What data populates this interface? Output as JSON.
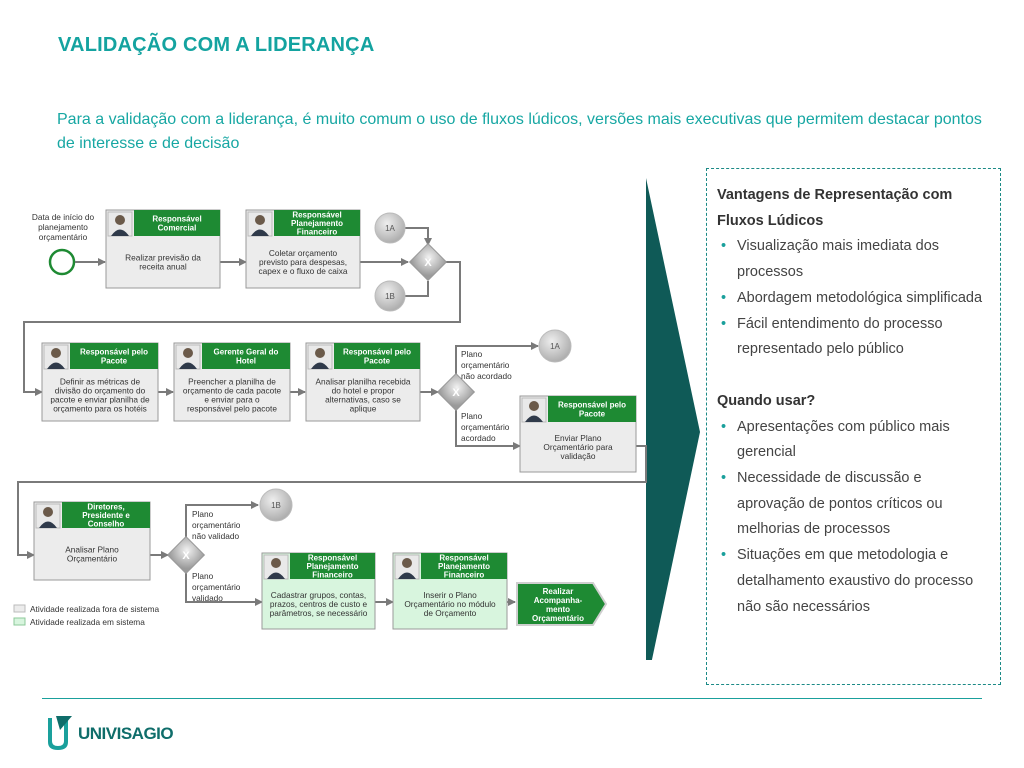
{
  "title": "VALIDAÇÃO COM A LIDERANÇA",
  "subtitle": "Para a validação com a liderança, é muito comum o uso de fluxos lúdicos, versões mais executivas que permitem destacar pontos de interesse e de decisão",
  "start_label": [
    "Data de início do",
    "planejamento",
    "orçamentário"
  ],
  "nodes": {
    "n1": {
      "role": [
        "Responsável",
        "Comercial"
      ],
      "task": [
        "Realizar previsão da",
        "receita anual"
      ]
    },
    "n2": {
      "role": [
        "Responsável",
        "Planejamento",
        "Financeiro"
      ],
      "task": [
        "Coletar orçamento",
        "previsto para despesas,",
        "capex e o fluxo de caixa"
      ]
    },
    "n3": {
      "role": [
        "Responsável pelo",
        "Pacote"
      ],
      "task": [
        "Definir as métricas de",
        "divisão do orçamento do",
        "pacote e enviar planilha de",
        "orçamento para os hotéis"
      ]
    },
    "n4": {
      "role": [
        "Gerente Geral do",
        "Hotel"
      ],
      "task": [
        "Preencher a planilha de",
        "orçamento de cada pacote",
        "e enviar para o",
        "responsável pelo pacote"
      ]
    },
    "n5": {
      "role": [
        "Responsável pelo",
        "Pacote"
      ],
      "task": [
        "Analisar planilha recebida",
        "do hotel e propor",
        "alternativas, caso se",
        "aplique"
      ]
    },
    "n6": {
      "role": [
        "Responsável pelo",
        "Pacote"
      ],
      "task": [
        "Enviar Plano",
        "Orçamentário para",
        "validação"
      ]
    },
    "n7": {
      "role": [
        "Diretores,",
        "Presidente e",
        "Conselho"
      ],
      "task": [
        "Analisar Plano",
        "Orçamentário"
      ]
    },
    "n8": {
      "role": [
        "Responsável",
        "Planejamento",
        "Financeiro"
      ],
      "task": [
        "Cadastrar grupos, contas,",
        "prazos, centros de custo e",
        "parâmetros, se necessário"
      ]
    },
    "n9": {
      "role": [
        "Responsável",
        "Planejamento",
        "Financeiro"
      ],
      "task": [
        "Inserir o Plano",
        "Orçamentário no módulo",
        "de Orçamento"
      ]
    }
  },
  "end_node": [
    "Realizar",
    "Acompanha-",
    "mento",
    "Orçamentário"
  ],
  "connectors": {
    "c1a": "1A",
    "c1b": "1B",
    "c1a2": "1A",
    "c1b2": "1B"
  },
  "gateway_symbol": "X",
  "branch_labels": {
    "not_agreed": [
      "Plano",
      "orçamentário",
      "não acordado"
    ],
    "agreed": [
      "Plano",
      "orçamentário",
      "acordado"
    ],
    "not_validated": [
      "Plano",
      "orçamentário",
      "não validado"
    ],
    "validated": [
      "Plano",
      "orçamentário",
      "validado"
    ]
  },
  "legend": {
    "outside": "Atividade realizada fora de sistema",
    "inside": "Atividade realizada em sistema"
  },
  "sidebox": {
    "adv_title": "Vantagens de Representação com Fluxos Lúdicos",
    "adv_items": [
      "Visualização mais imediata dos processos",
      "Abordagem metodológica simplificada",
      "Fácil entendimento do processo representado pelo público"
    ],
    "when_title": "Quando usar?",
    "when_items": [
      "Apresentações com público mais gerencial",
      "Necessidade de discussão e aprovação de pontos críticos ou melhorias de processos",
      "Situações em que metodologia e detalhamento exaustivo do processo não são necessários"
    ]
  },
  "logo_text": "UNIVISAGIO",
  "colors": {
    "accent": "#17a7a3",
    "header_green": "#1e8a33",
    "chevron": "#0f5a57",
    "system_fill": "#d8f5de",
    "manual_fill": "#ececec"
  }
}
